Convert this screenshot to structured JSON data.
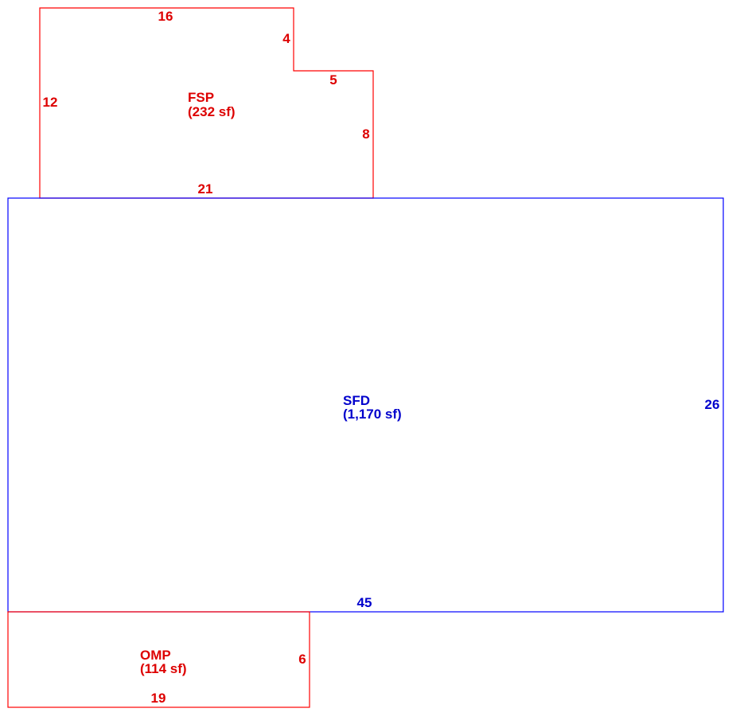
{
  "colors": {
    "porch_outline": "#ff0000",
    "porch_text": "#dd0000",
    "house_outline": "#0000ff",
    "house_text": "#0000cc",
    "background": "#ffffff"
  },
  "areas": {
    "fsp": {
      "code": "FSP",
      "area": "(232 sf)",
      "dimensions": {
        "top": "16",
        "notch_vertical": "4",
        "notch_horizontal": "5",
        "right": "8",
        "left": "12",
        "bottom": "21"
      }
    },
    "sfd": {
      "code": "SFD",
      "area": "(1,170 sf)",
      "dimensions": {
        "right": "26",
        "bottom": "45"
      }
    },
    "omp": {
      "code": "OMP",
      "area": "(114 sf)",
      "dimensions": {
        "right": "6",
        "bottom": "19"
      }
    }
  }
}
